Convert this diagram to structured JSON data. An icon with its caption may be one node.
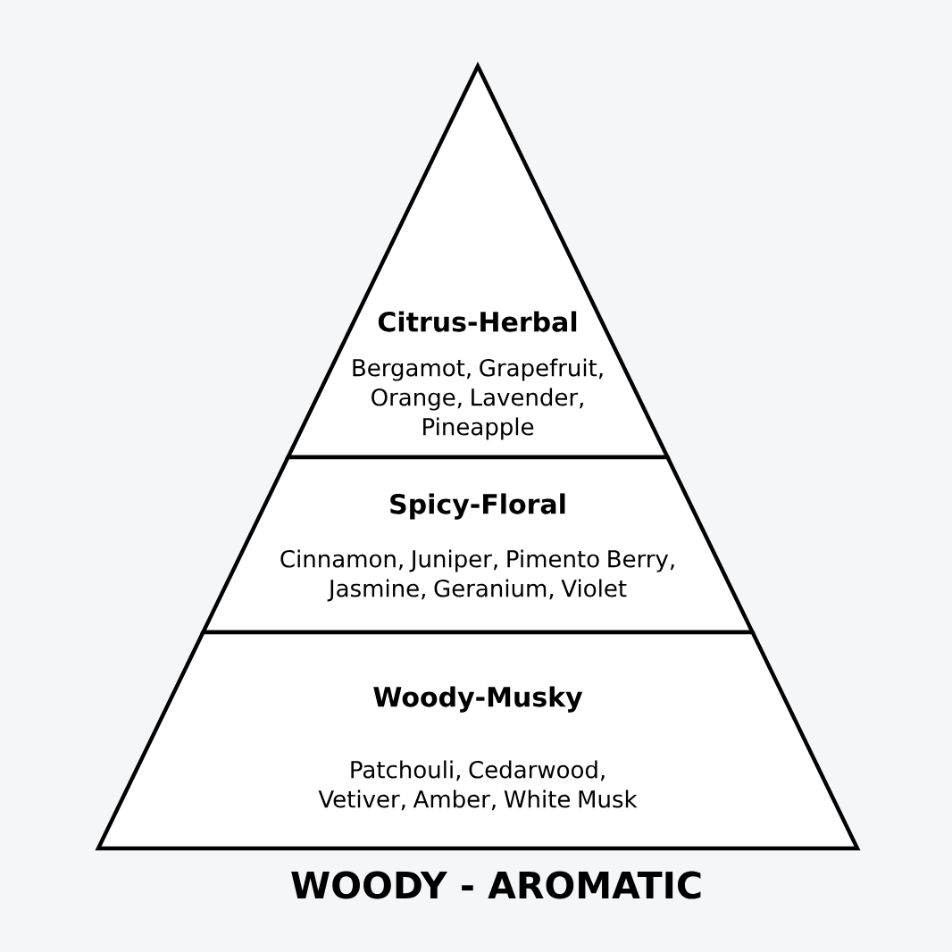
{
  "diagram": {
    "caption": "WOODY - AROMATIC",
    "nodes": [
      {
        "text": [
          "Citrus-Herbal",
          "Bergamot, Grapefruit, Orange, Lavender, Pineapple"
        ]
      },
      {
        "text": [
          "Spicy-Floral",
          "Cinnamon, Juniper, Pimento Berry, Jasmine, Geranium, Violet"
        ]
      },
      {
        "text": [
          "Woody-Musky",
          "Patchouli, Cedarwood, Vetiver, Amber, White Musk"
        ]
      }
    ]
  }
}
